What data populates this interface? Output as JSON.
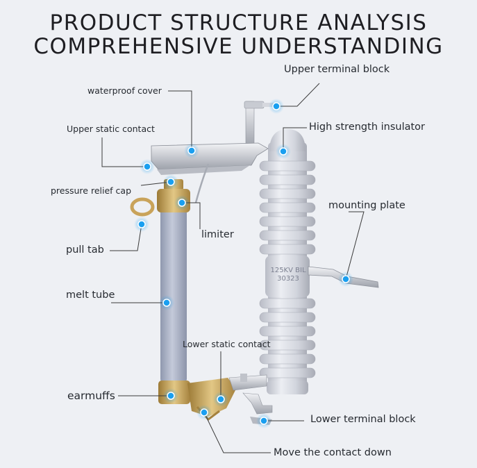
{
  "title": {
    "line1": "PRODUCT STRUCTURE ANALYSIS",
    "line2": "COMPREHENSIVE UNDERSTANDING"
  },
  "labels": {
    "upper_terminal_block": "Upper terminal block",
    "waterproof_cover": "waterproof cover",
    "upper_static_contact": "Upper static contact",
    "high_strength_insulator": "High strength insulator",
    "pressure_relief_cap": "pressure relief cap",
    "mounting_plate": "mounting plate",
    "limiter": "limiter",
    "pull_tab": "pull tab",
    "melt_tube": "melt tube",
    "lower_static_contact": "Lower static contact",
    "earmuffs": "earmuffs",
    "lower_terminal_block": "Lower terminal block",
    "move_contact_down": "Move the contact down"
  },
  "insulator_marking": {
    "line1": "125KV BIL",
    "line2": "30323"
  },
  "colors": {
    "marker": "#1a9ff0",
    "leader": "#3a3a3a",
    "porcelain": "#d4d6de",
    "tube": "#aab2c6",
    "brass": "#c9a35a"
  }
}
